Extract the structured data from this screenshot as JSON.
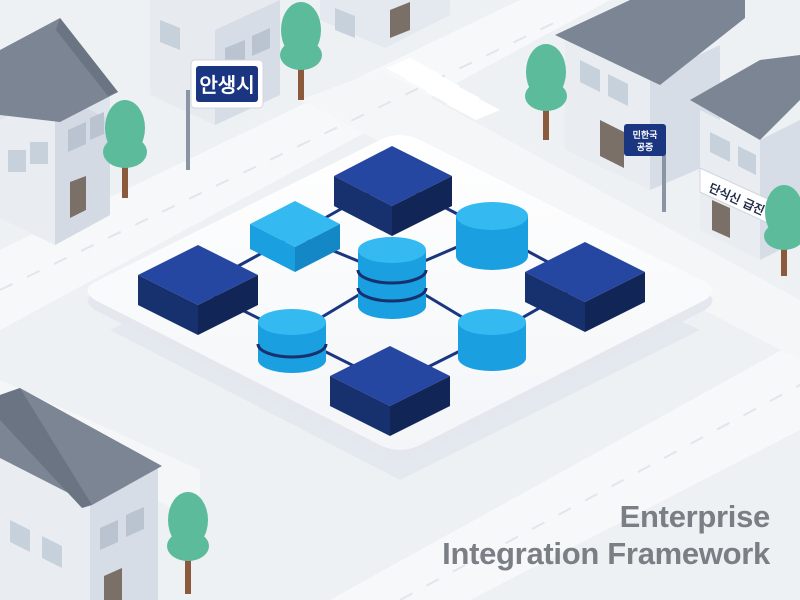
{
  "signs": {
    "city_sign": "안생시",
    "small_sign_line1": "민한국",
    "small_sign_line2": "공증",
    "shop_sign": "단식신 급진"
  },
  "caption": {
    "line1": "Enterprise",
    "line2": "Integration Framework"
  },
  "colors": {
    "navy": "#1b3680",
    "sky": "#1aa8ea",
    "tree": "#5bbb9a",
    "roof": "#7b8593",
    "caption": "#7a7f85"
  }
}
